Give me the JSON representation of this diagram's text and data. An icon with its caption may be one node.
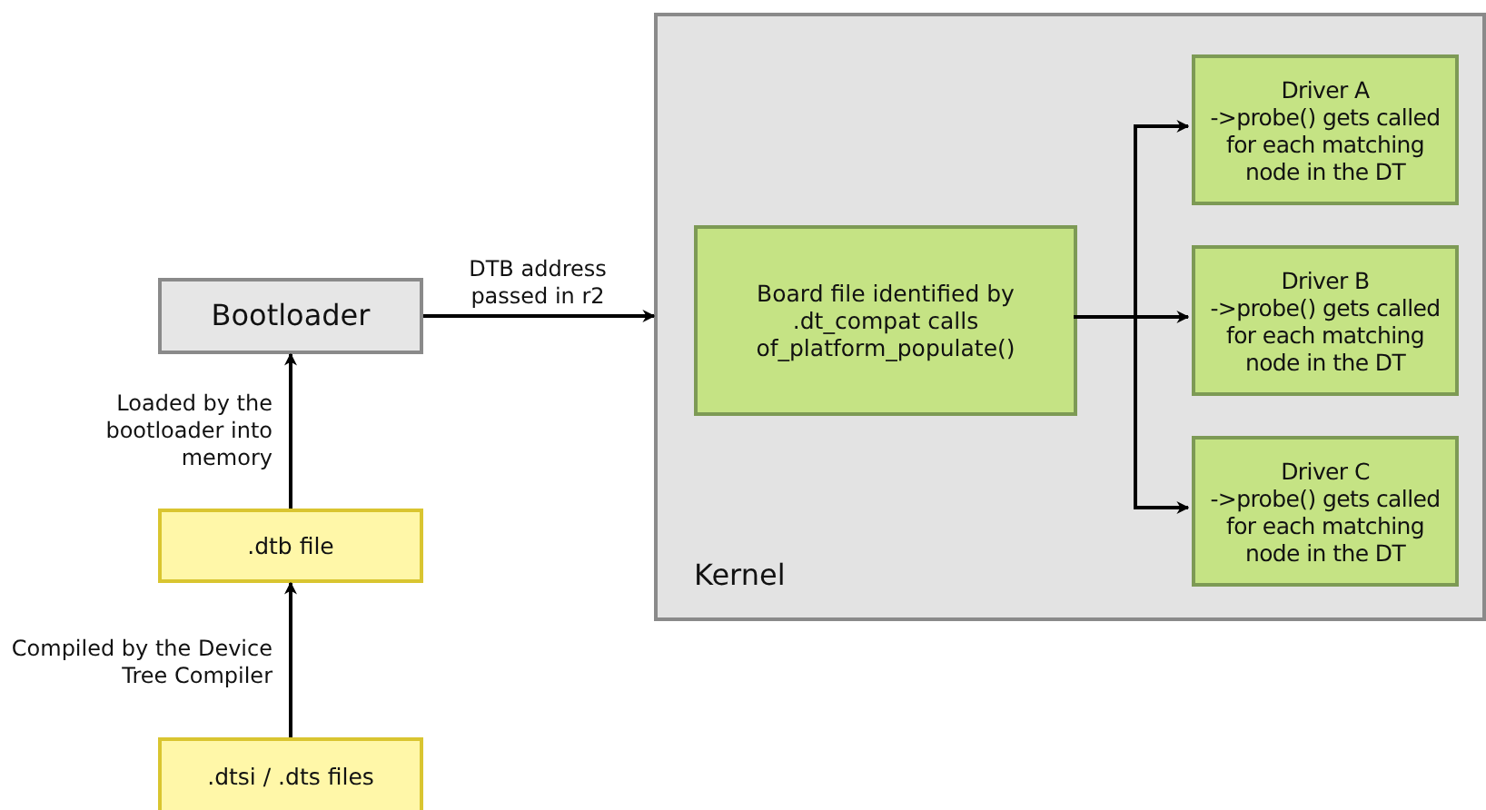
{
  "diagram": {
    "nodes": [
      {
        "text": [
          "Kernel"
        ]
      },
      {
        "text": [
          "Board file identified by .dt_compat calls of_platform_populate()"
        ],
        "in": 0
      },
      {
        "text": [
          "Driver A",
          "->probe() gets called for each matching node in the DT"
        ],
        "in": 0
      },
      {
        "text": [
          "Driver B",
          "->probe() gets called for each matching node in the DT"
        ],
        "in": 0
      },
      {
        "text": [
          "Driver C",
          "->probe() gets called for each matching node in the DT"
        ],
        "in": 0
      },
      {
        "text": [
          "Bootloader"
        ]
      },
      {
        "text": [
          ".dtb file"
        ]
      },
      {
        "text": [
          ".dtsi / .dts files"
        ]
      }
    ],
    "edges": [
      {
        "from": 7,
        "to": 6,
        "arrow": "to",
        "label": "Compiled by the Device Tree Compiler"
      },
      {
        "from": 6,
        "to": 5,
        "arrow": "to",
        "label": "Loaded by the bootloader into memory"
      },
      {
        "from": 5,
        "to": 0,
        "arrow": "to",
        "label": "DTB address passed in r2"
      },
      {
        "from": 1,
        "to": 2,
        "arrow": "to"
      },
      {
        "from": 1,
        "to": 3,
        "arrow": "to"
      },
      {
        "from": 1,
        "to": 4,
        "arrow": "to"
      }
    ]
  }
}
